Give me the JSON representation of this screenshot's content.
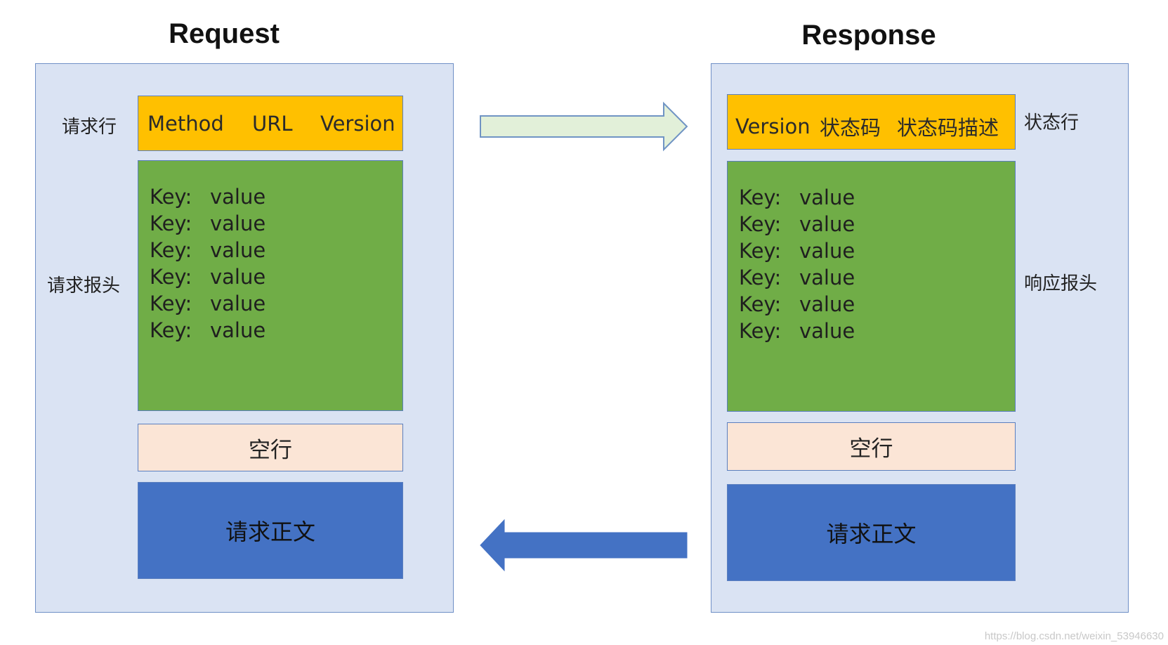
{
  "request": {
    "title": "Request",
    "labels": {
      "line": "请求行",
      "headers": "请求报头"
    },
    "line": {
      "method": "Method",
      "url": "URL",
      "version": "Version"
    },
    "headers": [
      {
        "key": "Key:",
        "value": "value"
      },
      {
        "key": "Key:",
        "value": "value"
      },
      {
        "key": "Key:",
        "value": "value"
      },
      {
        "key": "Key:",
        "value": "value"
      },
      {
        "key": "Key:",
        "value": "value"
      },
      {
        "key": "Key:",
        "value": "value"
      }
    ],
    "blank_line": "空行",
    "body": "请求正文"
  },
  "response": {
    "title": "Response",
    "labels": {
      "line": "状态行",
      "headers": "响应报头"
    },
    "line": {
      "version": "Version",
      "status_code": "状态码",
      "status_desc": "状态码描述"
    },
    "headers": [
      {
        "key": "Key:",
        "value": "value"
      },
      {
        "key": "Key:",
        "value": "value"
      },
      {
        "key": "Key:",
        "value": "value"
      },
      {
        "key": "Key:",
        "value": "value"
      },
      {
        "key": "Key:",
        "value": "value"
      },
      {
        "key": "Key:",
        "value": "value"
      }
    ],
    "blank_line": "空行",
    "body": "请求正文"
  },
  "watermark": "https://blog.csdn.net/weixin_53946630",
  "colors": {
    "panel": "#dae3f3",
    "line_box": "#ffc000",
    "header_box": "#70ad47",
    "blank_box": "#fbe5d6",
    "body_box": "#4472c4",
    "arrow_forward": "#e2f0d9",
    "arrow_back": "#4472c4"
  }
}
